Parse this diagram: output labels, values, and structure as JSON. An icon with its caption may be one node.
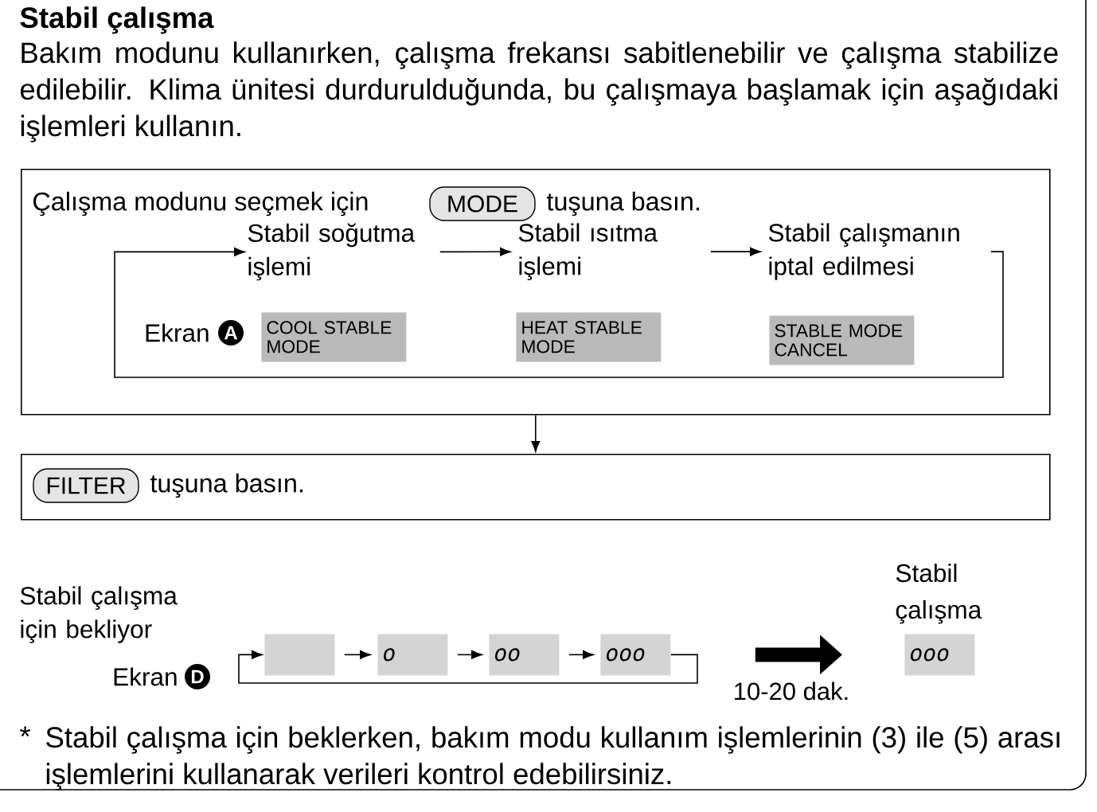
{
  "diagram": {
    "title": "Stabil çalışma",
    "nodes": [
      {
        "text": [
          "Çalışma modunu seçmek için",
          "tuşuna basın."
        ]
      },
      {
        "text": [
          "MODE"
        ],
        "in": 0
      },
      {
        "text": [
          "Stabil soğutma işlemi"
        ],
        "in": 0
      },
      {
        "text": [
          "Stabil ısıtma işlemi"
        ],
        "in": 0
      },
      {
        "text": [
          "Stabil çalışmanın iptal edilmesi"
        ],
        "in": 0
      },
      {
        "text": [
          "COOL STABLE MODE"
        ],
        "in": 0
      },
      {
        "text": [
          "HEAT STABLE MODE"
        ],
        "in": 0
      },
      {
        "text": [
          "STABLE MODE CANCEL"
        ],
        "in": 0
      },
      {
        "text": [
          "tuşuna basın."
        ]
      },
      {
        "text": [
          "FILTER"
        ],
        "in": 8
      },
      {
        "text": [],
        "shape": "box"
      },
      {
        "text": [
          "o"
        ]
      },
      {
        "text": [
          "oo"
        ]
      },
      {
        "text": [
          "ooo"
        ]
      },
      {
        "text": [
          "ooo"
        ],
        "beside": [
          "Stabil çalışma"
        ]
      }
    ],
    "edges": [
      {
        "from": 2,
        "to": 3,
        "arrow": "to"
      },
      {
        "from": 3,
        "to": 4,
        "arrow": "to"
      },
      {
        "from": 4,
        "to": 2,
        "arrow": "to"
      },
      {
        "from": 0,
        "to": 8,
        "arrow": "to"
      },
      {
        "from": 10,
        "to": 11,
        "arrow": "to"
      },
      {
        "from": 11,
        "to": 12,
        "arrow": "to"
      },
      {
        "from": 12,
        "to": 13,
        "arrow": "to"
      },
      {
        "from": 13,
        "to": 10,
        "arrow": "to"
      },
      {
        "from": 13,
        "to": 14,
        "arrow": "to",
        "style": "thick",
        "label": "10-20 dak."
      }
    ],
    "labels": [
      "Bakım modunu kullanırken, çalışma frekansı sabitlenebilir ve çalışma stabilize edilebilir. Klima ünitesi durdurulduğunda, bu çalışmaya başlamak için aşağıdaki işlemleri kullanın.",
      "Ekran",
      "A",
      "Stabil çalışma için bekliyor",
      "Ekran",
      "D",
      "*",
      "Stabil çalışma için beklerken, bakım modu kullanım işlemlerinin (3) ile (5) arası işlemlerini kullanarak verileri kontrol edebilirsiniz."
    ]
  }
}
